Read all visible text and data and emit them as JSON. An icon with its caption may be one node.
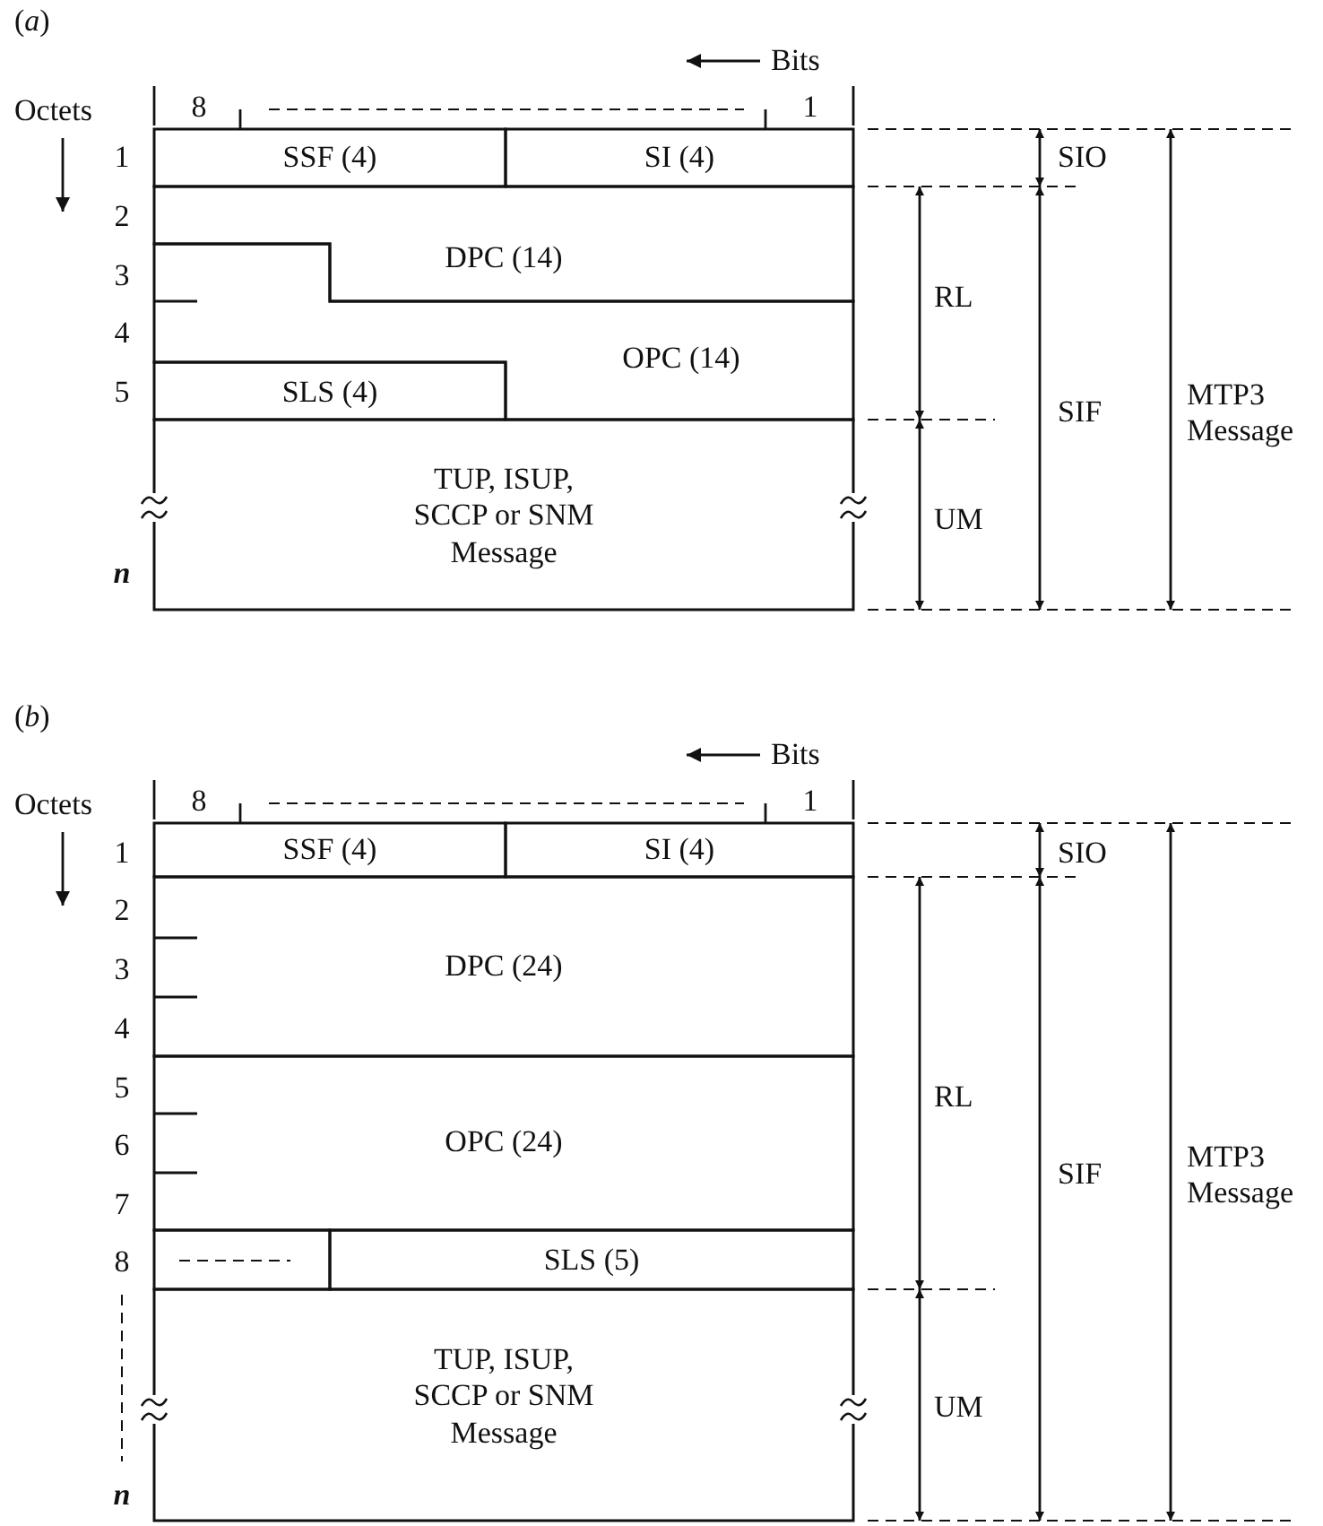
{
  "diagram": {
    "nodes": [
      {
        "text": [
          "SSF (4)"
        ]
      },
      {
        "text": [
          "SI (4)"
        ]
      },
      {
        "text": [
          "DPC (14)"
        ]
      },
      {
        "text": [
          "OPC (14)"
        ]
      },
      {
        "text": [
          "SLS (4)"
        ]
      },
      {
        "text": [
          "TUP, ISUP, SCCP or SNM Message"
        ]
      },
      {
        "text": [
          "SSF (4)"
        ]
      },
      {
        "text": [
          "SI (4)"
        ]
      },
      {
        "text": [
          "DPC (24)"
        ]
      },
      {
        "text": [
          "OPC (24)"
        ]
      },
      {
        "text": [],
        "shape": "box"
      },
      {
        "text": [
          "SLS (5)"
        ]
      },
      {
        "text": [
          "TUP, ISUP, SCCP or SNM Message"
        ]
      }
    ],
    "labels": [
      "(*a*)",
      "Bits",
      "Octets",
      "8",
      "1",
      "1",
      "2",
      "3",
      "4",
      "5",
      "n",
      "SIO",
      "RL",
      "SIF",
      "MTP3 Message",
      "UM",
      "(*b*)",
      "Bits",
      "Octets",
      "8",
      "1",
      "1",
      "2",
      "3",
      "4",
      "5",
      "6",
      "7",
      "8",
      "n",
      "SIO",
      "RL",
      "SIF",
      "MTP3 Message",
      "UM"
    ]
  }
}
